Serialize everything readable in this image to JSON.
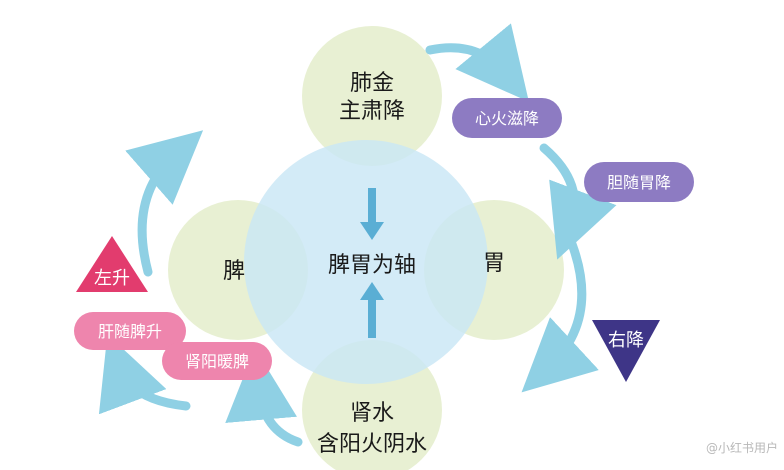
{
  "diagram": {
    "center_label": "脾胃为轴",
    "top_circle": {
      "line1": "肺金",
      "line2": "主肃降"
    },
    "left_circle": {
      "label": "脾"
    },
    "right_circle": {
      "label": "胃"
    },
    "bottom_circle": {
      "line1": "肾水",
      "line2": "含阳火阴水"
    },
    "right_pills": [
      "心火滋降",
      "胆随胃降"
    ],
    "left_pills": [
      "肝随脾升",
      "肾阳暖脾"
    ],
    "left_triangle": "左升",
    "right_triangle": "右降",
    "watermark": "@小红书用户"
  },
  "colors": {
    "center_circle": "#c9e6f5",
    "outer_circle": "#e6efcf",
    "arrow_blue": "#5aaed4",
    "arrow_light": "#8fd0e4",
    "pill_purple": "#8d7bc2",
    "pill_pink": "#ee85ad",
    "triangle_red": "#e23c6e",
    "triangle_navy": "#3e3587"
  }
}
